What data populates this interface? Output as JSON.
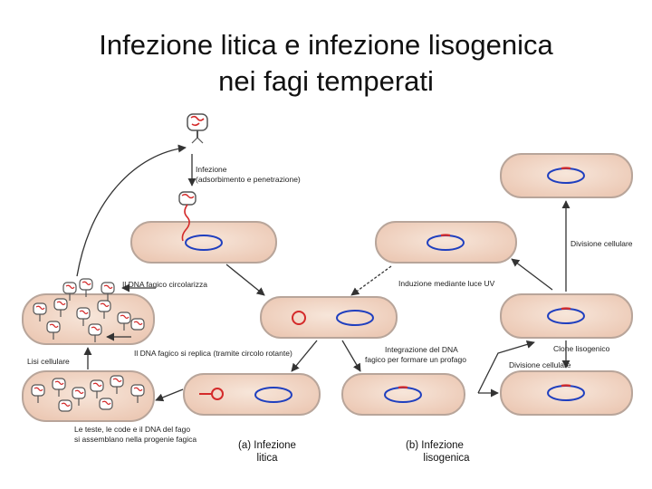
{
  "title": {
    "line1": "Infezione litica e infezione lisogenica",
    "line2": "nei fagi temperati"
  },
  "captions": {
    "lytic_line1": "(a) Infezione",
    "lytic_line2": "litica",
    "lysogenic_line1": "(b) Infezione",
    "lysogenic_line2": "lisogenica"
  },
  "labels": {
    "infection_line1": "Infezione",
    "infection_line2": "(adsorbimento e penetrazione)",
    "circularize": "Il DNA fagico circolarizza",
    "replicate": "Il DNA fagico si replica (tramite circolo rotante)",
    "lysis": "Lisi cellulare",
    "assembly_line1": "Le teste, le code e il DNA del fago",
    "assembly_line2": "si assemblano nella progenie fagica",
    "uv_induction": "Induzione mediante luce UV",
    "integration_line1": "Integrazione del DNA",
    "integration_line2": "fagico per formare un profago",
    "division_top": "Divisione cellulare",
    "lysogenic_clone": "Clone lisogenico",
    "division_bottom": "Divisione cellulare"
  },
  "colors": {
    "cell_fill": "#f3dccd",
    "cell_stroke": "#b8a59a",
    "bacterial_dna": "#1f3fbf",
    "phage_dna": "#d42a2a",
    "arrow": "#333333"
  }
}
